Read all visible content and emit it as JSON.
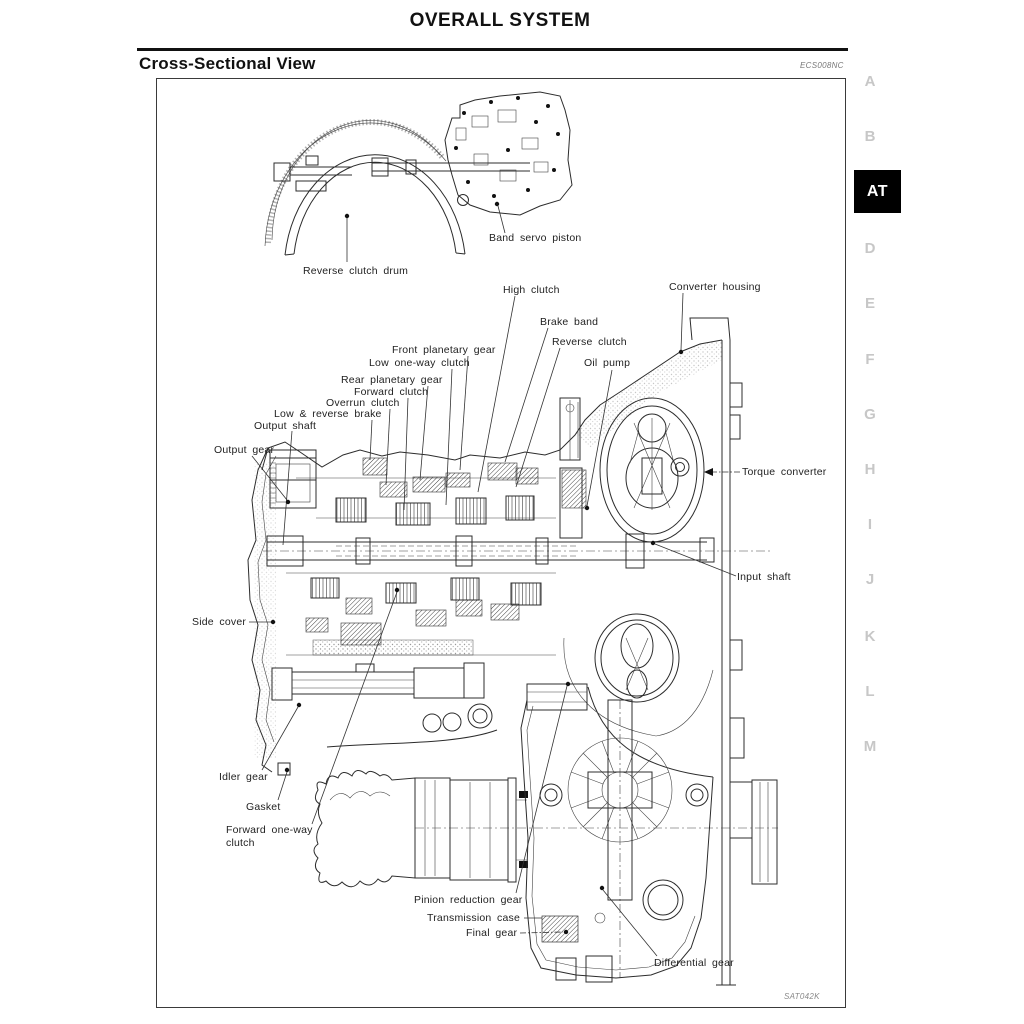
{
  "page": {
    "title": "OVERALL SYSTEM",
    "section_title": "Cross-Sectional View",
    "section_code": "ECS008NC",
    "figure_code": "SAT042K"
  },
  "sidebar": {
    "active": "AT",
    "items": [
      {
        "label": "A",
        "active": false
      },
      {
        "label": "B",
        "active": false
      },
      {
        "label": "AT",
        "active": true
      },
      {
        "label": "D",
        "active": false
      },
      {
        "label": "E",
        "active": false
      },
      {
        "label": "F",
        "active": false
      },
      {
        "label": "G",
        "active": false
      },
      {
        "label": "H",
        "active": false
      },
      {
        "label": "I",
        "active": false
      },
      {
        "label": "J",
        "active": false
      },
      {
        "label": "K",
        "active": false
      },
      {
        "label": "L",
        "active": false
      },
      {
        "label": "M",
        "active": false
      }
    ]
  },
  "diagram": {
    "type": "transaxle cross-section",
    "callouts": {
      "band_servo_piston": "Band servo piston",
      "reverse_clutch_drum": "Reverse clutch drum",
      "high_clutch": "High clutch",
      "brake_band": "Brake band",
      "reverse_clutch": "Reverse clutch",
      "converter_housing": "Converter housing",
      "oil_pump": "Oil pump",
      "front_planetary_gear": "Front planetary gear",
      "low_one_way_clutch": "Low one-way clutch",
      "rear_planetary_gear": "Rear planetary gear",
      "forward_clutch": "Forward clutch",
      "overrun_clutch": "Overrun clutch",
      "low_reverse_brake": "Low & reverse brake",
      "output_shaft": "Output shaft",
      "output_gear": "Output gear",
      "torque_converter": "Torque converter",
      "input_shaft": "Input shaft",
      "side_cover": "Side cover",
      "idler_gear": "Idler gear",
      "gasket": "Gasket",
      "forward_one_way_line1": "Forward one-way",
      "forward_one_way_line2": "clutch",
      "pinion_reduction_gear": "Pinion reduction gear",
      "transmission_case": "Transmission case",
      "final_gear": "Final gear",
      "differential_gear": "Differential gear"
    }
  },
  "colors": {
    "ink": "#2c2c2c",
    "active_tab_bg": "#000000",
    "active_tab_fg": "#ffffff",
    "sidebar_letter": "#c7c7c7"
  }
}
